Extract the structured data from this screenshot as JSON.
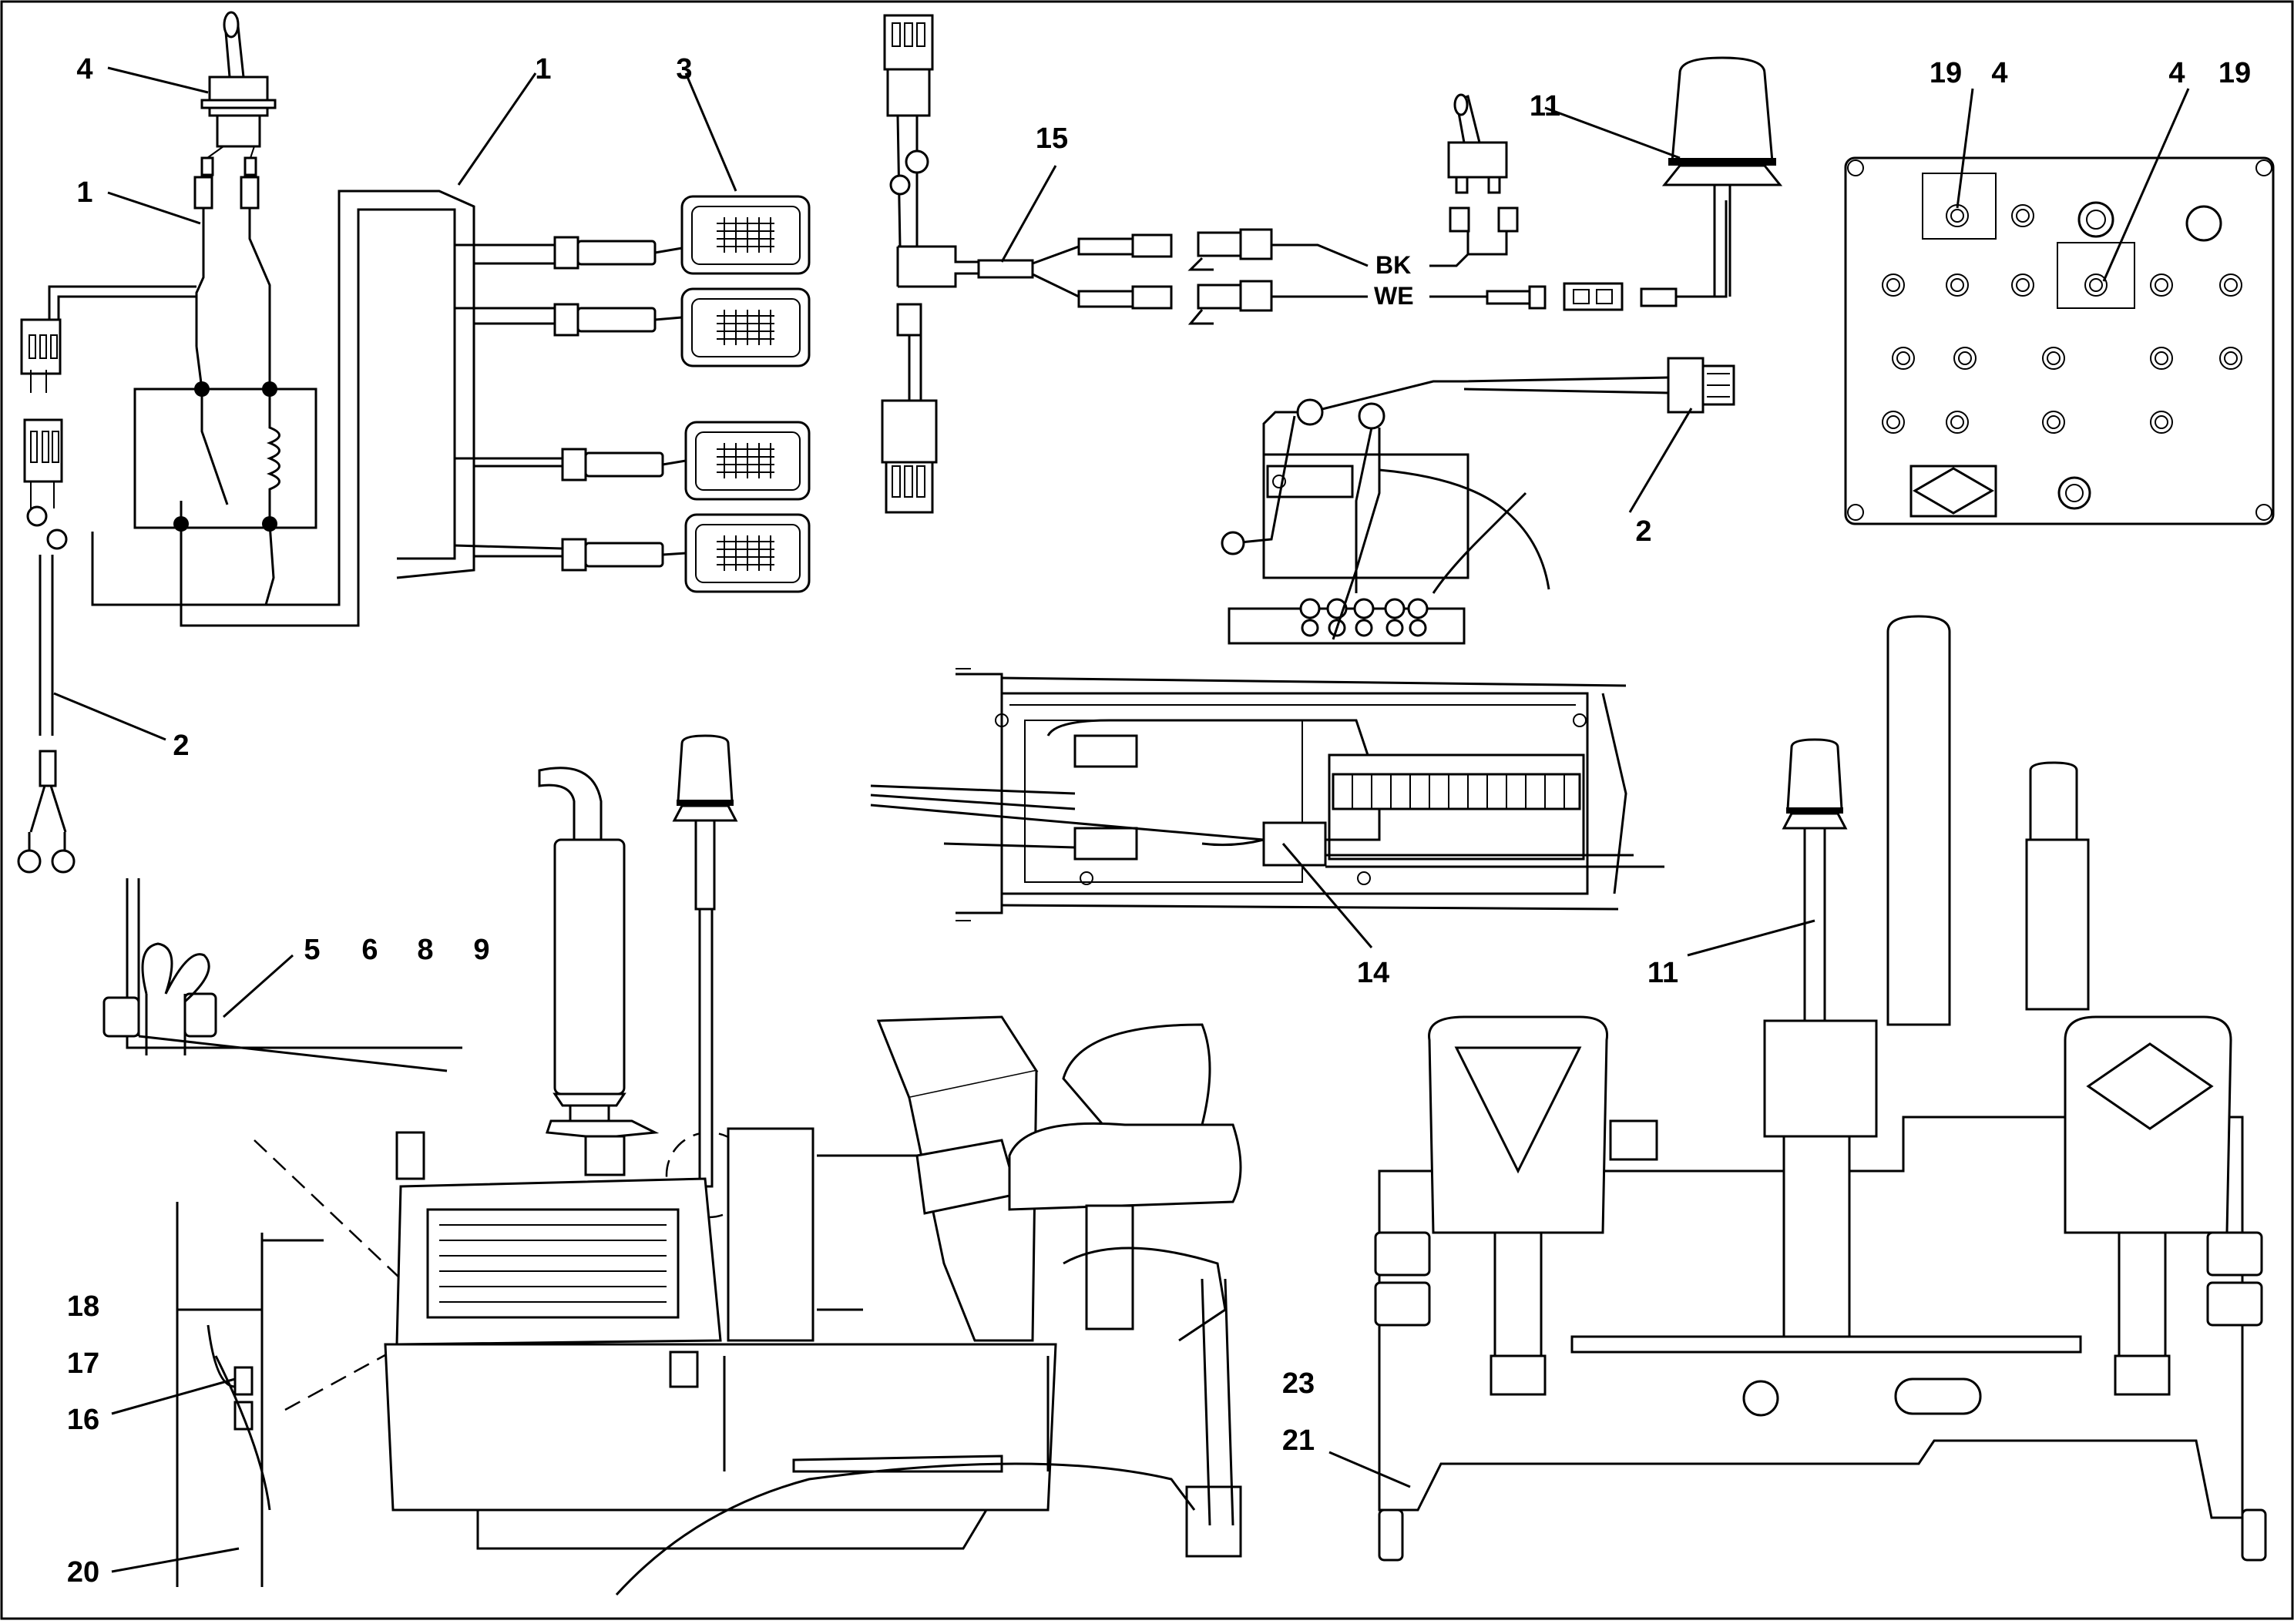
{
  "callouts": {
    "c4_switch": "4",
    "c1_left": "1",
    "c1_top": "1",
    "c3": "3",
    "c2_left": "2",
    "c15": "15",
    "c11_beacon": "11",
    "c19_left": "19",
    "c4_panel_left": "4",
    "c4_panel_right": "4",
    "c19_right": "19",
    "c2_right": "2",
    "c5": "5",
    "c6": "6",
    "c8": "8",
    "c9": "9",
    "c14": "14",
    "c11_rear": "11",
    "c18": "18",
    "c17": "17",
    "c16": "16",
    "c20": "20",
    "c23": "23",
    "c21": "21"
  },
  "wire_labels": {
    "black": "BK",
    "white": "WE"
  }
}
